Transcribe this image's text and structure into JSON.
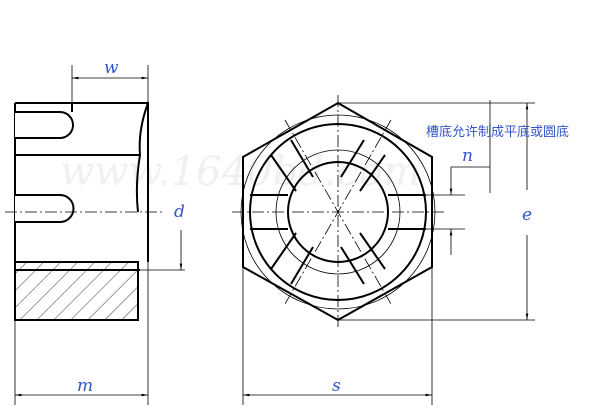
{
  "labels": {
    "w": "w",
    "d": "d",
    "n": "n",
    "e": "e",
    "m": "m",
    "s": "s"
  },
  "note": "槽底允许制成平底或圆底",
  "watermark": "www.1640bd.com"
}
